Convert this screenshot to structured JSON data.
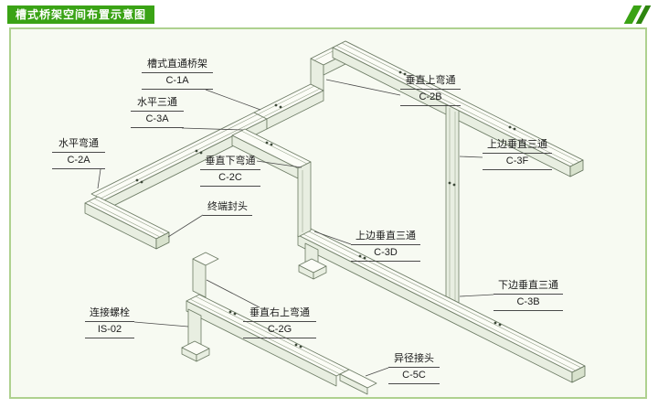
{
  "header": {
    "title": "槽式桥架空间布置示意图"
  },
  "accent": {
    "title_bg": "#3aa315",
    "frame_border": "#aed18f"
  },
  "diagram": {
    "labels": [
      {
        "name": "槽式直通桥架",
        "code": "C-1A"
      },
      {
        "name": "水平三通",
        "code": "C-3A"
      },
      {
        "name": "水平弯通",
        "code": "C-2A"
      },
      {
        "name": "垂直下弯通",
        "code": "C-2C"
      },
      {
        "name": "终端封头",
        "code": ""
      },
      {
        "name": "垂直上弯通",
        "code": "C-2B"
      },
      {
        "name": "上边垂直三通",
        "code": "C-3F"
      },
      {
        "name": "上边垂直三通",
        "code": "C-3D"
      },
      {
        "name": "下边垂直三通",
        "code": "C-3B"
      },
      {
        "name": "连接螺栓",
        "code": "IS-02"
      },
      {
        "name": "垂直右上弯通",
        "code": "C-2G"
      },
      {
        "name": "异径接头",
        "code": "C-5C"
      }
    ]
  }
}
